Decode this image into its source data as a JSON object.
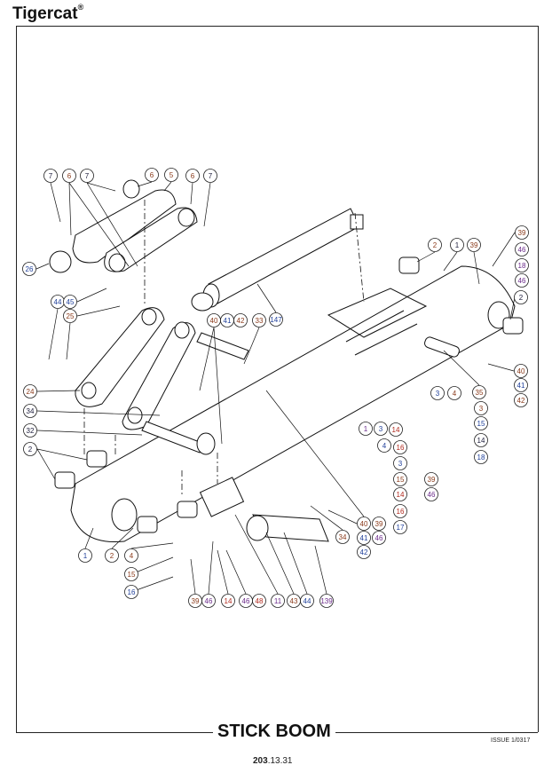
{
  "header": {
    "brand": "Tigercat",
    "registered_mark": "®"
  },
  "footer": {
    "section_title": "STICK BOOM",
    "issue": "ISSUE 1/0317",
    "page_prefix": "203",
    "page_suffix": ".13.31"
  },
  "colors": {
    "black": "#1b1b3a",
    "red": "#b0281c",
    "brown": "#8a3a1a",
    "blue": "#1f3f9a",
    "purple": "#6a2a8a"
  },
  "callouts": [
    {
      "n": "7",
      "c": "black"
    },
    {
      "n": "6",
      "c": "brown"
    },
    {
      "n": "7",
      "c": "black"
    },
    {
      "n": "6",
      "c": "brown"
    },
    {
      "n": "5",
      "c": "brown"
    },
    {
      "n": "6",
      "c": "brown"
    },
    {
      "n": "7",
      "c": "black"
    },
    {
      "n": "26",
      "c": "blue"
    },
    {
      "n": "44",
      "c": "blue"
    },
    {
      "n": "45",
      "c": "blue"
    },
    {
      "n": "25",
      "c": "brown"
    },
    {
      "n": "40",
      "c": "brown"
    },
    {
      "n": "41",
      "c": "blue"
    },
    {
      "n": "42",
      "c": "brown"
    },
    {
      "n": "33",
      "c": "brown"
    },
    {
      "n": "147",
      "c": "blue"
    },
    {
      "n": "24",
      "c": "brown"
    },
    {
      "n": "34",
      "c": "black"
    },
    {
      "n": "32",
      "c": "black"
    },
    {
      "n": "2",
      "c": "black"
    },
    {
      "n": "2",
      "c": "brown"
    },
    {
      "n": "1",
      "c": "black"
    },
    {
      "n": "39",
      "c": "brown"
    },
    {
      "n": "39",
      "c": "brown"
    },
    {
      "n": "46",
      "c": "purple"
    },
    {
      "n": "18",
      "c": "purple"
    },
    {
      "n": "46",
      "c": "purple"
    },
    {
      "n": "2",
      "c": "black"
    },
    {
      "n": "40",
      "c": "brown"
    },
    {
      "n": "41",
      "c": "blue"
    },
    {
      "n": "42",
      "c": "brown"
    },
    {
      "n": "35",
      "c": "brown"
    },
    {
      "n": "3",
      "c": "blue"
    },
    {
      "n": "4",
      "c": "brown"
    },
    {
      "n": "3",
      "c": "brown"
    },
    {
      "n": "15",
      "c": "blue"
    },
    {
      "n": "14",
      "c": "black"
    },
    {
      "n": "18",
      "c": "blue"
    },
    {
      "n": "1",
      "c": "purple"
    },
    {
      "n": "3",
      "c": "blue"
    },
    {
      "n": "14",
      "c": "red"
    },
    {
      "n": "4",
      "c": "blue"
    },
    {
      "n": "16",
      "c": "red"
    },
    {
      "n": "3",
      "c": "blue"
    },
    {
      "n": "15",
      "c": "brown"
    },
    {
      "n": "14",
      "c": "red"
    },
    {
      "n": "16",
      "c": "red"
    },
    {
      "n": "17",
      "c": "blue"
    },
    {
      "n": "39",
      "c": "brown"
    },
    {
      "n": "46",
      "c": "purple"
    },
    {
      "n": "40",
      "c": "brown"
    },
    {
      "n": "39",
      "c": "brown"
    },
    {
      "n": "34",
      "c": "brown"
    },
    {
      "n": "41",
      "c": "blue"
    },
    {
      "n": "46",
      "c": "purple"
    },
    {
      "n": "42",
      "c": "blue"
    },
    {
      "n": "1",
      "c": "blue"
    },
    {
      "n": "2",
      "c": "brown"
    },
    {
      "n": "4",
      "c": "brown"
    },
    {
      "n": "15",
      "c": "brown"
    },
    {
      "n": "16",
      "c": "blue"
    },
    {
      "n": "39",
      "c": "brown"
    },
    {
      "n": "46",
      "c": "purple"
    },
    {
      "n": "14",
      "c": "red"
    },
    {
      "n": "46",
      "c": "purple"
    },
    {
      "n": "48",
      "c": "red"
    },
    {
      "n": "11",
      "c": "purple"
    },
    {
      "n": "43",
      "c": "brown"
    },
    {
      "n": "44",
      "c": "blue"
    },
    {
      "n": "139",
      "c": "purple"
    }
  ]
}
